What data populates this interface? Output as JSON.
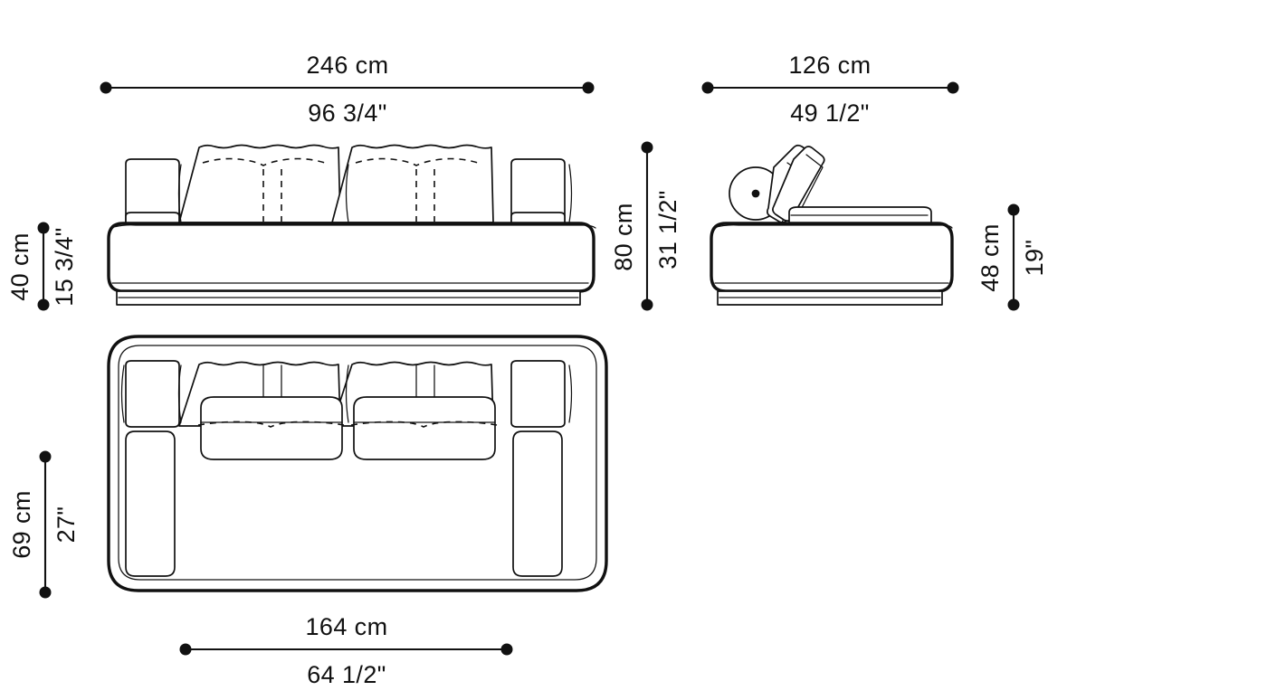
{
  "document": {
    "type": "technical-dimension-drawing",
    "subject": "sofa",
    "background_color": "#ffffff",
    "line_color": "#111111"
  },
  "dimensions": {
    "overall_width": {
      "id": "front-width",
      "metric": "246 cm",
      "imperial": "96 3/4\"",
      "orientation": "horizontal"
    },
    "overall_depth": {
      "id": "side-depth",
      "metric": "126 cm",
      "imperial": "49 1/2\"",
      "orientation": "horizontal"
    },
    "seat_height": {
      "id": "seat-height",
      "metric": "40 cm",
      "imperial": "15 3/4\"",
      "orientation": "vertical"
    },
    "overall_height": {
      "id": "overall-height",
      "metric": "80 cm",
      "imperial": "31 1/2\"",
      "orientation": "vertical"
    },
    "back_height": {
      "id": "back-height",
      "metric": "48 cm",
      "imperial": "19\"",
      "orientation": "vertical"
    },
    "inner_depth": {
      "id": "plan-depth",
      "metric": "69 cm",
      "imperial": "27\"",
      "orientation": "vertical"
    },
    "seat_width": {
      "id": "plan-seat-width",
      "metric": "164 cm",
      "imperial": "64 1/2\"",
      "orientation": "horizontal"
    }
  },
  "views": {
    "front": {
      "name": "front-elevation"
    },
    "side": {
      "name": "side-elevation"
    },
    "plan": {
      "name": "top-plan"
    }
  }
}
